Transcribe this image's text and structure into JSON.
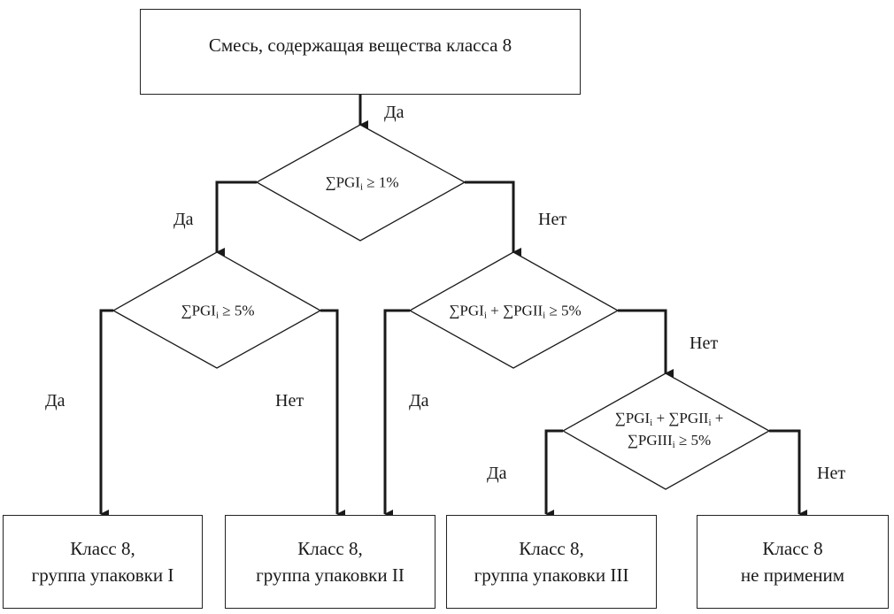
{
  "start": {
    "label": "Смесь, содержащая вещества класса 8"
  },
  "decisions": [
    {
      "id": "d1",
      "parts": [
        "∑PGI",
        "i",
        " ≥ 1%"
      ]
    },
    {
      "id": "d2",
      "parts": [
        "∑PGI",
        "i",
        " ≥ 5%"
      ]
    },
    {
      "id": "d3",
      "parts": [
        "∑PGI",
        "i",
        " + ∑PGII",
        "i",
        " ≥ 5%"
      ]
    },
    {
      "id": "d4",
      "line1": [
        "∑PGI",
        "i",
        " + ∑PGII",
        "i",
        " +"
      ],
      "line2": [
        "∑PGIII",
        "i",
        " ≥ 5%"
      ]
    }
  ],
  "edge_labels": {
    "start_to_d1": "Да",
    "d1_yes": "Да",
    "d1_no": "Нет",
    "d2_yes": "Да",
    "d2_no": "Нет",
    "d3_yes": "Да",
    "d3_no": "Нет",
    "d4_yes": "Да",
    "d4_no": "Нет"
  },
  "outcomes": [
    {
      "line1": "Класс 8,",
      "line2": "группа упаковки I"
    },
    {
      "line1": "Класс 8,",
      "line2": "группа упаковки II"
    },
    {
      "line1": "Класс 8,",
      "line2": "группа упаковки III"
    },
    {
      "line1": "Класс 8",
      "line2": "не применим"
    }
  ]
}
